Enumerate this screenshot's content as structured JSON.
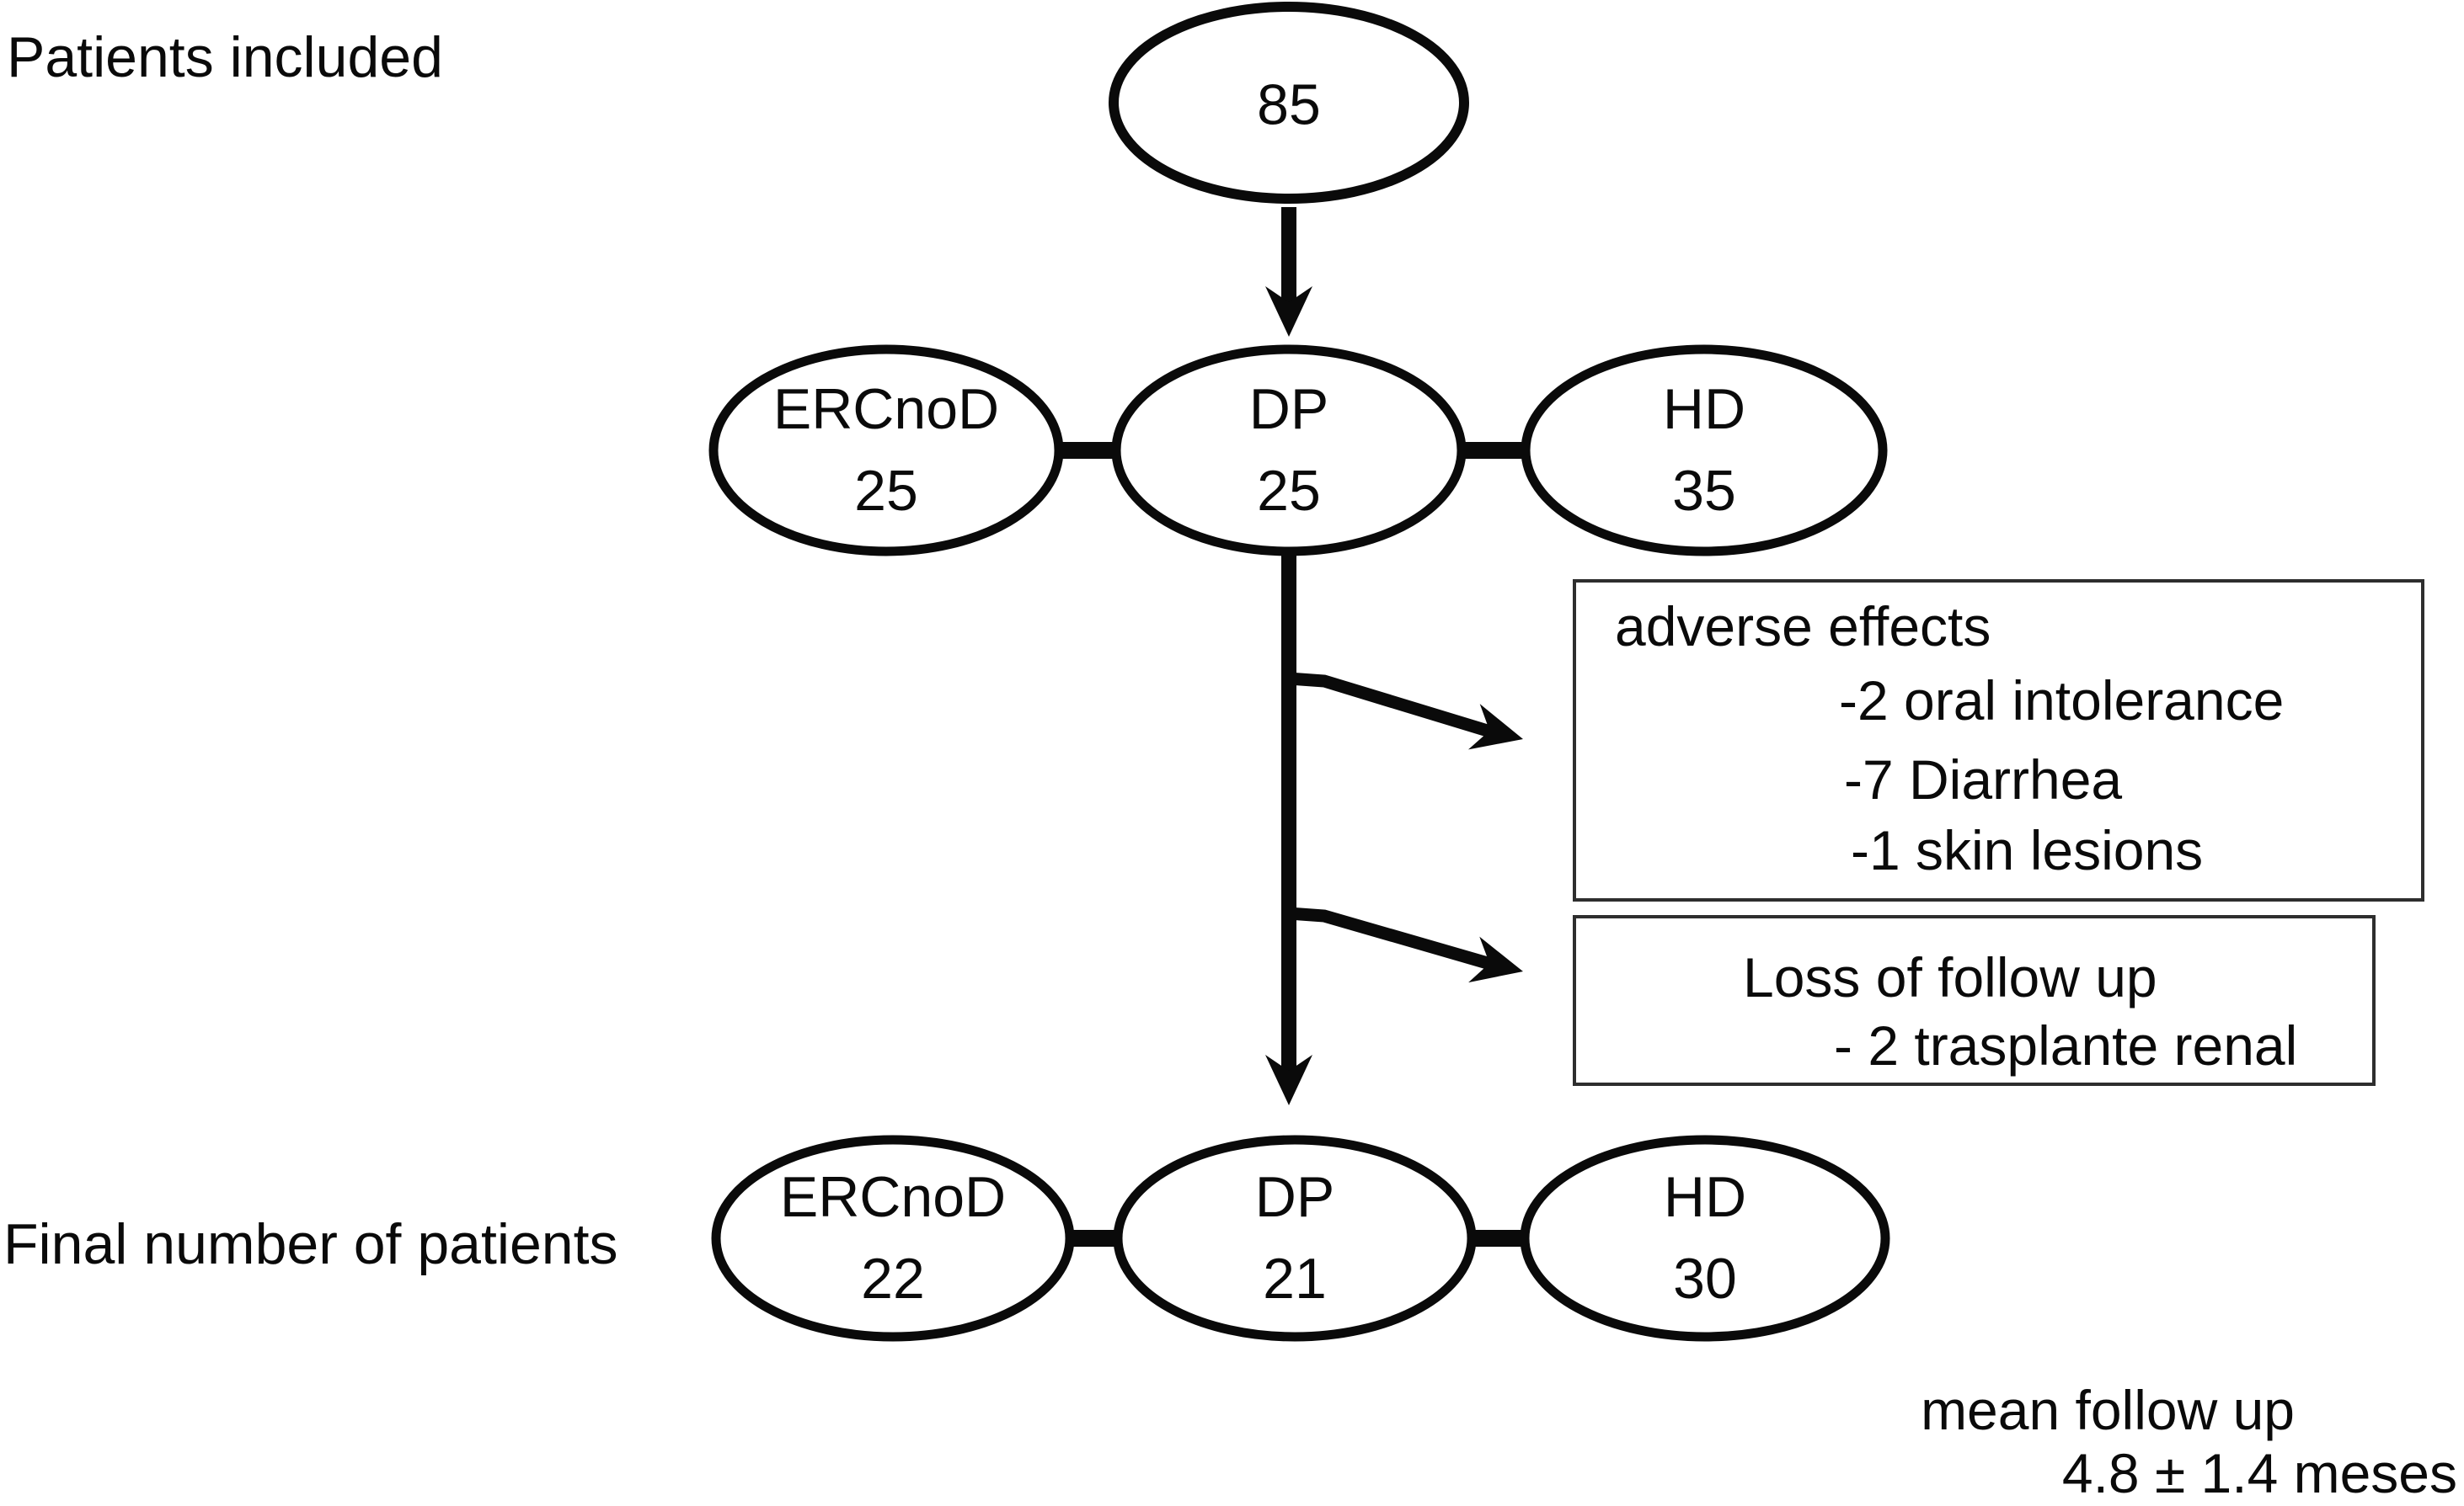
{
  "labels": {
    "patients_included": "Patients included",
    "final_number": "Final number of patients"
  },
  "top_node": {
    "count": "85"
  },
  "initial_groups": [
    {
      "name": "ERCnoD",
      "count": "25"
    },
    {
      "name": "DP",
      "count": "25"
    },
    {
      "name": "HD",
      "count": "35"
    }
  ],
  "final_groups": [
    {
      "name": "ERCnoD",
      "count": "22"
    },
    {
      "name": "DP",
      "count": "21"
    },
    {
      "name": "HD",
      "count": "30"
    }
  ],
  "adverse_box": {
    "title": "adverse effects",
    "items": [
      "-2 oral intolerance",
      "-7 Diarrhea",
      "-1 skin lesions"
    ]
  },
  "loss_box": {
    "title": "Loss of follow up",
    "items": [
      "- 2 trasplante renal"
    ]
  },
  "follow_up": {
    "line1": "mean follow up",
    "line2": "4.8 ± 1.4 meses"
  },
  "colors": {
    "ink": "#0a0a0a",
    "box_border": "#2e2e2e",
    "background": "#ffffff"
  }
}
